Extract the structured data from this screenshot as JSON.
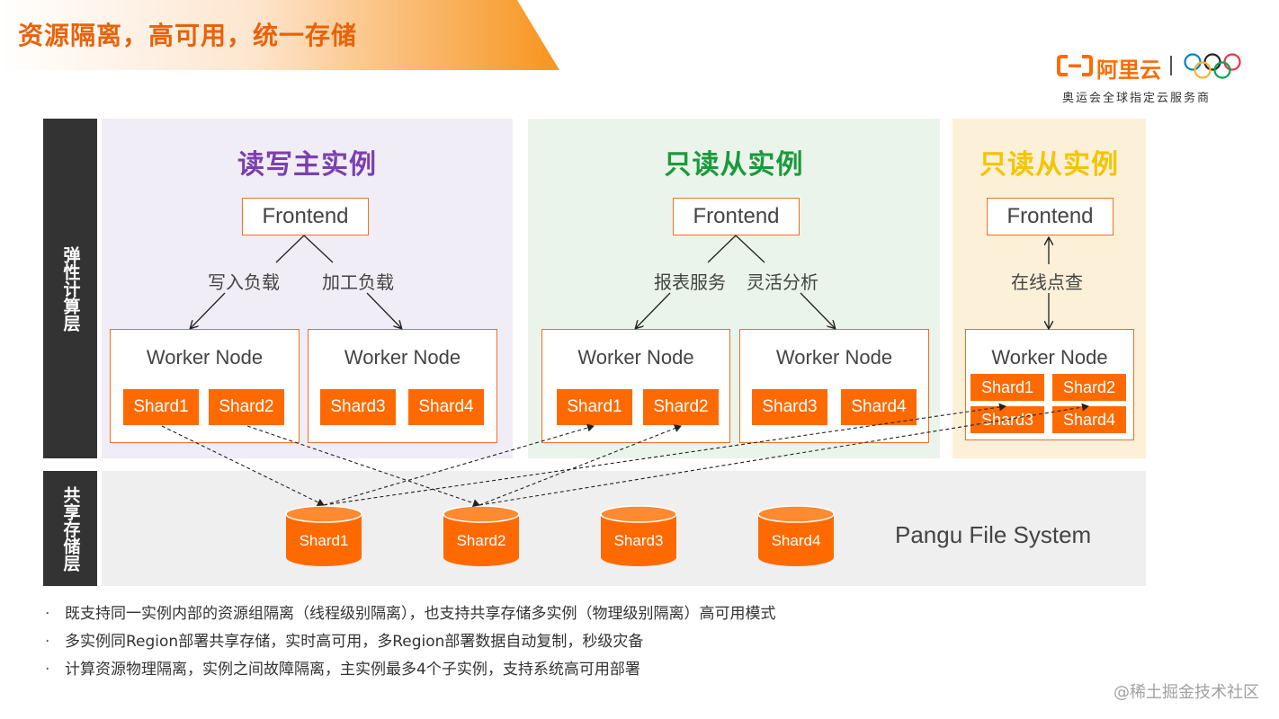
{
  "page_title": "资源隔离，高可用，统一存储",
  "logo": {
    "brand": "阿里云",
    "subtitle": "奥运会全球指定云服务商",
    "icons": [
      "aliyun-logo-icon",
      "olympic-rings-icon"
    ]
  },
  "layers": {
    "compute": "弹性计算层",
    "storage": "共享存储层"
  },
  "panels": [
    {
      "title": "读写主实例",
      "title_color": "#7b3fb0",
      "bg_color": "#f1edf6",
      "frontend": "Frontend",
      "loads": [
        "写入负载",
        "加工负载"
      ],
      "workers": [
        {
          "label": "Worker Node",
          "shards": [
            "Shard1",
            "Shard2"
          ]
        },
        {
          "label": "Worker Node",
          "shards": [
            "Shard3",
            "Shard4"
          ]
        }
      ]
    },
    {
      "title": "只读从实例",
      "title_color": "#1a9a3a",
      "bg_color": "#ebf4ea",
      "frontend": "Frontend",
      "loads": [
        "报表服务",
        "灵活分析"
      ],
      "workers": [
        {
          "label": "Worker Node",
          "shards": [
            "Shard1",
            "Shard2"
          ]
        },
        {
          "label": "Worker Node",
          "shards": [
            "Shard3",
            "Shard4"
          ]
        }
      ]
    },
    {
      "title": "只读从实例",
      "title_color": "#f5c400",
      "bg_color": "#fdf0d8",
      "frontend": "Frontend",
      "loads": [
        "在线点查"
      ],
      "workers": [
        {
          "label": "Worker Node",
          "shards": [
            "Shard1",
            "Shard2",
            "Shard3",
            "Shard4"
          ]
        }
      ]
    }
  ],
  "storage": {
    "shards": [
      "Shard1",
      "Shard2",
      "Shard3",
      "Shard4"
    ],
    "system": "Pangu File System"
  },
  "bullets": [
    "既支持同一实例内部的资源组隔离（线程级别隔离），也支持共享存储多实例（物理级别隔离）高可用模式",
    "多实例同Region部署共享存储，实时高可用，多Region部署数据自动复制，秒级灾备",
    "计算资源物理隔离，实例之间故障隔离，主实例最多4个子实例，支持系统高可用部署"
  ],
  "bullet_symbol": "·",
  "watermark": "@稀土掘金技术社区",
  "colors": {
    "accent": "#ff6a00",
    "title": "#e8620a",
    "side_label_bg": "#333333",
    "storage_bg": "#efefef"
  }
}
